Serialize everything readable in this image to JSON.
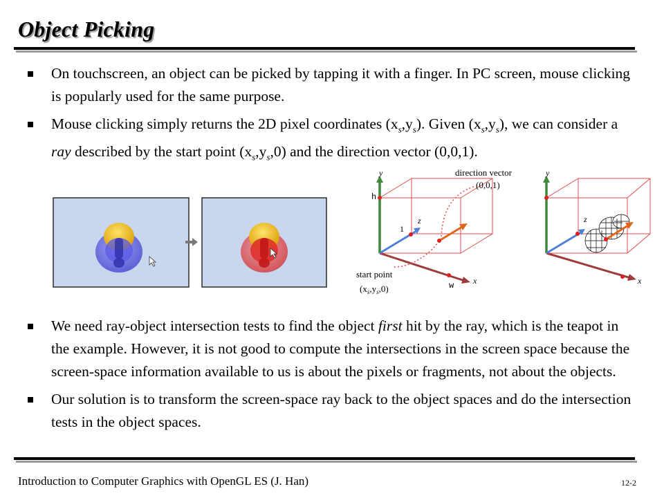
{
  "slide": {
    "title": "Object Picking",
    "bullets_top": [
      {
        "parts": [
          "On touchscreen, an object can be picked by tapping it with a finger. In PC screen, mouse clicking is popularly used for the same purpose."
        ]
      },
      {
        "parts": [
          "Mouse clicking simply returns the 2D pixel coordinates (x",
          "s",
          ",y",
          "s",
          "). Given (x",
          "s",
          ",y",
          "s",
          "), we can consider a ",
          "ray",
          " described by the start point (x",
          "s",
          ",y",
          "s",
          ",0) and the direction vector (0,0,1)."
        ]
      }
    ],
    "bullets_bottom": [
      {
        "parts": [
          "We need ray-object intersection tests to find the object ",
          "first",
          " hit by the ray, which is the teapot in the example. However, it is not good to compute the intersections in the screen space because the screen-space information available to us is about the pixels or fragments, not about the objects."
        ]
      },
      {
        "parts": [
          "Our solution is to transform the screen-space ray back to the object spaces and do the intersection tests in the object spaces."
        ]
      }
    ],
    "footer_text": "Introduction to Computer Graphics with OpenGL ES (J. Han)",
    "page_number": "12-2"
  },
  "figure": {
    "label_y": "y",
    "label_x": "x",
    "label_z": "z",
    "label_h": "h",
    "label_w": "w",
    "label_one": "1",
    "label_dirvec": "direction vector",
    "label_dirvec_value": "(0,0,1)",
    "label_start": "start point",
    "label_start_value_prefix": "(x",
    "label_start_value_sub1": "s",
    "label_start_value_mid": ",y",
    "label_start_value_sub2": "s",
    "label_start_value_suffix": ",0)"
  },
  "colors": {
    "screen_bg": "#c8d6ee",
    "screen_border": "#2b2b2b",
    "box_edge": "#e04a4a",
    "axis_y": "#3f8a3f",
    "axis_x": "#9e3b3b",
    "axis_z": "#4f7fd6",
    "ray": "#e0661c",
    "arrow_gray": "#7a7a7a"
  }
}
